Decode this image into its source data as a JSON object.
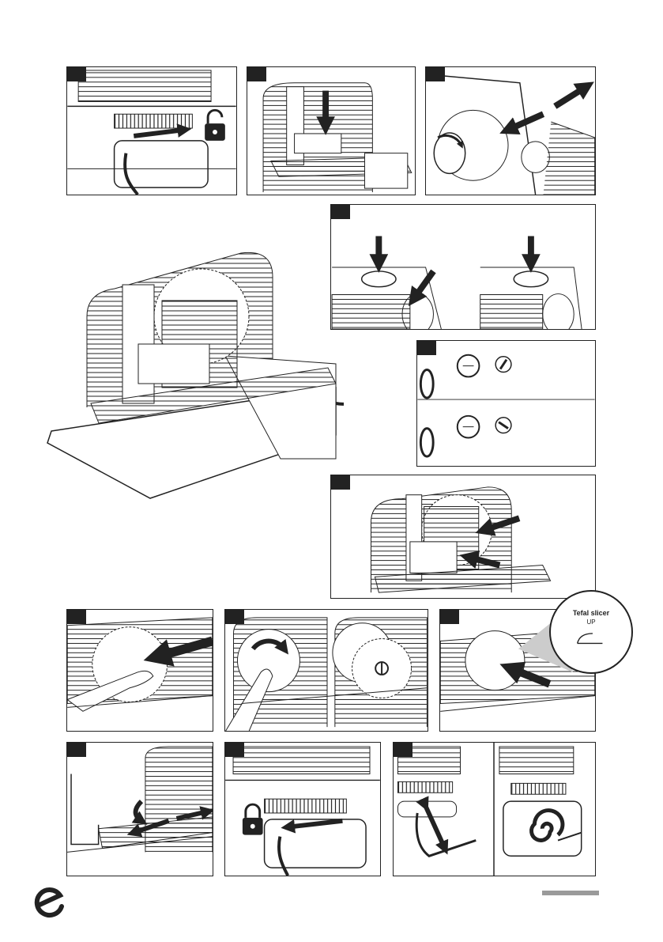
{
  "colors": {
    "ink": "#222222",
    "paper": "#ffffff",
    "footer_bar": "#9a9a9a"
  },
  "icons": {
    "logo": "e-brand-logo-icon",
    "unlock": "unlocked-padlock-icon",
    "lock": "locked-padlock-icon",
    "arrow": "arrow-icon",
    "rotate": "rotate-arrow-icon",
    "spiral": "cord-coil-icon"
  },
  "panels": [
    {
      "name": "unlock-carriage"
    },
    {
      "name": "insert-food-pusher"
    },
    {
      "name": "adjust-thickness-knob"
    },
    {
      "name": "press-switch-buttons"
    },
    {
      "name": "dial-continuous-mode"
    },
    {
      "name": "push-food-to-blade"
    },
    {
      "name": "clean-blade-by-hand"
    },
    {
      "name": "remove-blade"
    },
    {
      "name": "blade-label-detail"
    },
    {
      "name": "fold-carriage"
    },
    {
      "name": "lock-carriage"
    },
    {
      "name": "store-cord"
    }
  ],
  "detail_label": {
    "line1": "Tefal slicer",
    "line2": "UP"
  }
}
